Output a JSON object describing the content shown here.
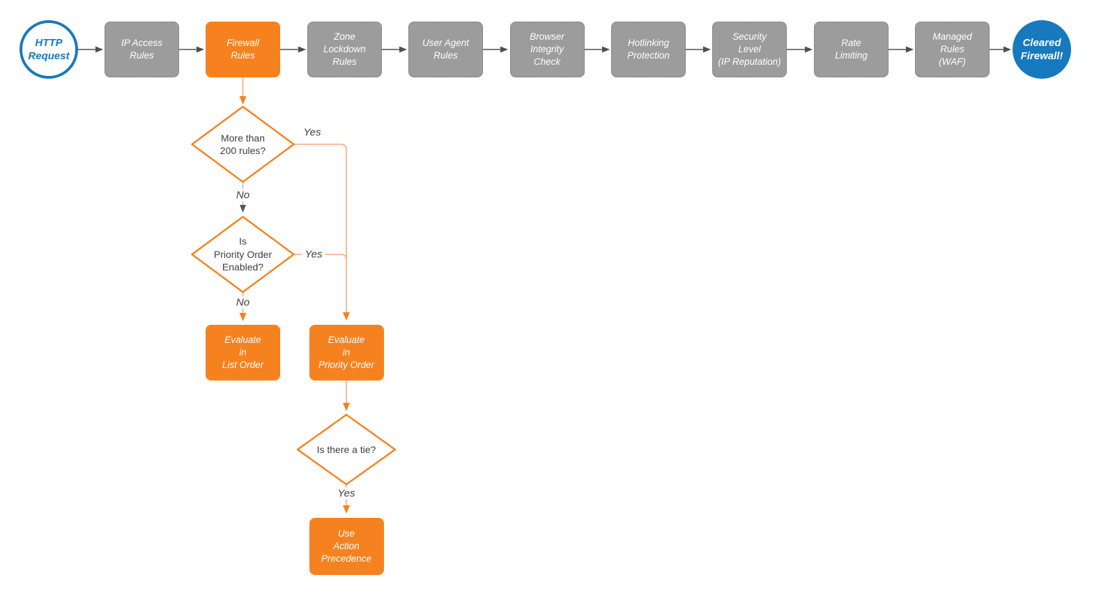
{
  "colors": {
    "orange": "#F6821F",
    "orange_line": "#F9A97D",
    "gray_node": "#9C9C9C",
    "gray_line": "#4f4f4f",
    "blue": "#1779BE",
    "text": "#3d3d3d"
  },
  "pipeline": {
    "start": {
      "label": "HTTP\nRequest"
    },
    "stages": [
      {
        "label": "IP Access\nRules",
        "highlight": false
      },
      {
        "label": "Firewall\nRules",
        "highlight": true
      },
      {
        "label": "Zone\nLockdown\nRules",
        "highlight": false
      },
      {
        "label": "User Agent\nRules",
        "highlight": false
      },
      {
        "label": "Browser\nIntegrity\nCheck",
        "highlight": false
      },
      {
        "label": "Hotlinking\nProtection",
        "highlight": false
      },
      {
        "label": "Security\nLevel\n(IP Reputation)",
        "highlight": false
      },
      {
        "label": "Rate\nLimiting",
        "highlight": false
      },
      {
        "label": "Managed\nRules\n(WAF)",
        "highlight": false
      }
    ],
    "end": {
      "label": "Cleared\nFirewall!"
    }
  },
  "branch": {
    "decision_rule_count": {
      "label": "More than\n200 rules?",
      "yes": "Yes",
      "no": "No"
    },
    "decision_priority_enabled": {
      "label": "Is\nPriority Order\nEnabled?",
      "yes": "Yes",
      "no": "No"
    },
    "action_list_order": {
      "label": "Evaluate\nin\nList Order"
    },
    "action_priority_order": {
      "label": "Evaluate\nin\nPriority Order"
    },
    "decision_tie": {
      "label": "Is there a tie?",
      "yes": "Yes"
    },
    "action_precedence": {
      "label": "Use\nAction\nPrecedence"
    }
  }
}
